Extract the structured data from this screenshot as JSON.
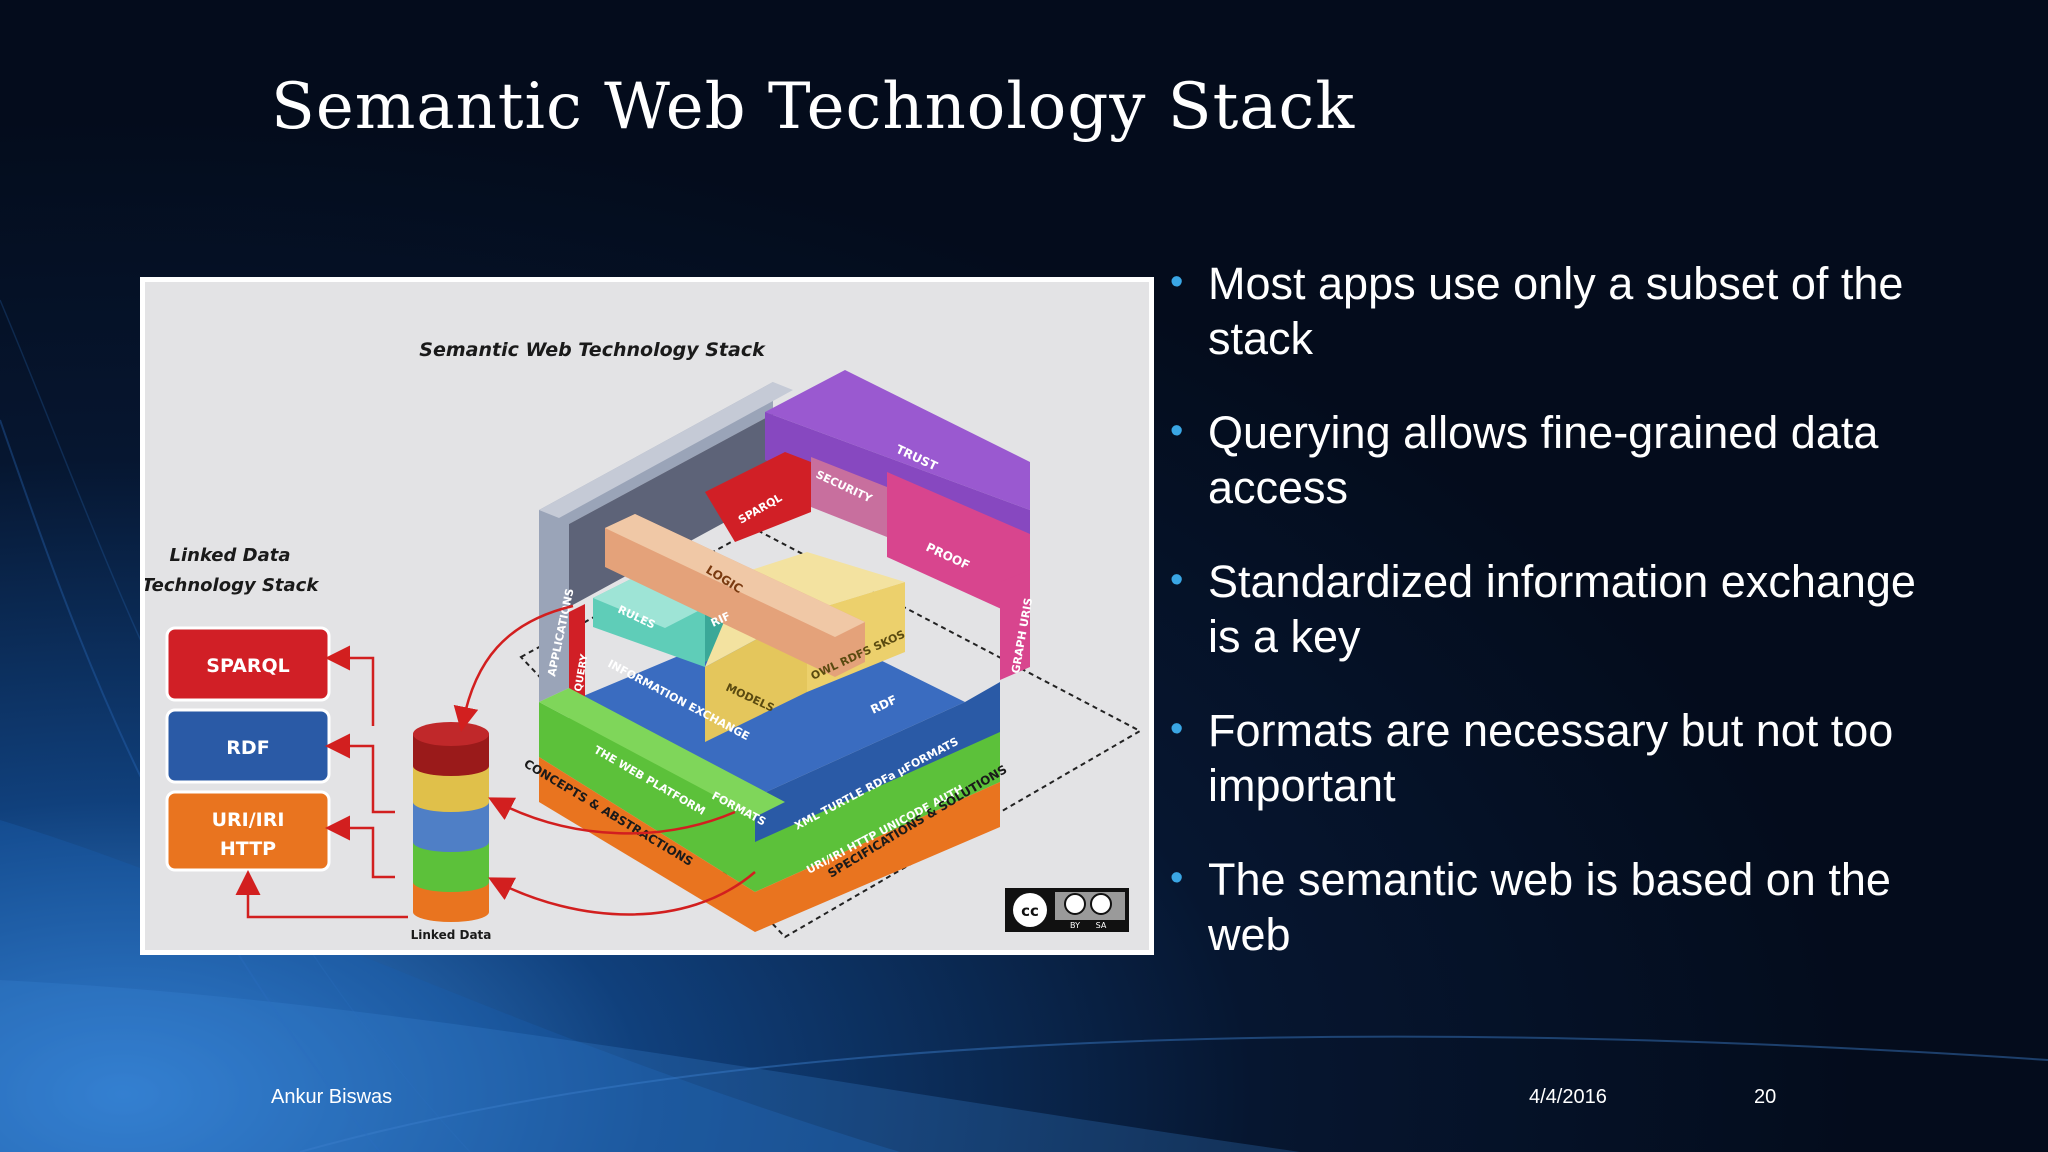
{
  "slide": {
    "title": "Semantic Web Technology Stack",
    "bullets": [
      "Most apps use only a subset of the stack",
      "Querying allows fine-grained data access",
      "Standardized information exchange is a key",
      "Formats are necessary but not too important",
      "The semantic web is based on the web"
    ],
    "footer": {
      "author": "Ankur Biswas",
      "date": "4/4/2016",
      "page": "20"
    }
  },
  "figure": {
    "title": "Semantic Web Technology Stack",
    "linked_stack_title_1": "Linked Data",
    "linked_stack_title_2": "Technology Stack",
    "linked_boxes": [
      "SPARQL",
      "RDF",
      "URI/IRI",
      "HTTP"
    ],
    "cylinder_label": "Linked Data",
    "cube_labels": {
      "applications": "APPLICATIONS",
      "query": "QUERY",
      "sparql": "SPARQL",
      "security": "SECURITY",
      "trust": "TRUST",
      "proof": "PROOF",
      "graph_uris": "GRAPH URIS",
      "logic": "LOGIC",
      "rules": "RULES",
      "rif": "RIF",
      "models": "MODELS",
      "owl": "OWL RDFS SKOS",
      "info_exchange": "INFORMATION EXCHANGE",
      "rdf": "RDF",
      "formats": "FORMATS",
      "xml": "XML TURTLE RDFa μFORMATS",
      "web_platform": "THE WEB PLATFORM",
      "uri_http": "URI/IRI HTTP UNICODE AUTH"
    },
    "base_left": "CONCEPTS & ABSTRACTIONS",
    "base_right": "SPECIFICATIONS & SOLUTIONS",
    "license_cc": "cc",
    "license_by": "BY",
    "license_sa": "SA",
    "colors": {
      "sparql": "#d11f26",
      "rdf": "#2a5aa6",
      "uri": "#e9741f",
      "trust": "#9a59d0",
      "proof": "#d8458e",
      "logic": "#e4a27a",
      "rules": "#5fcdb8",
      "models": "#ecd06c",
      "green": "#5cc13a"
    }
  }
}
